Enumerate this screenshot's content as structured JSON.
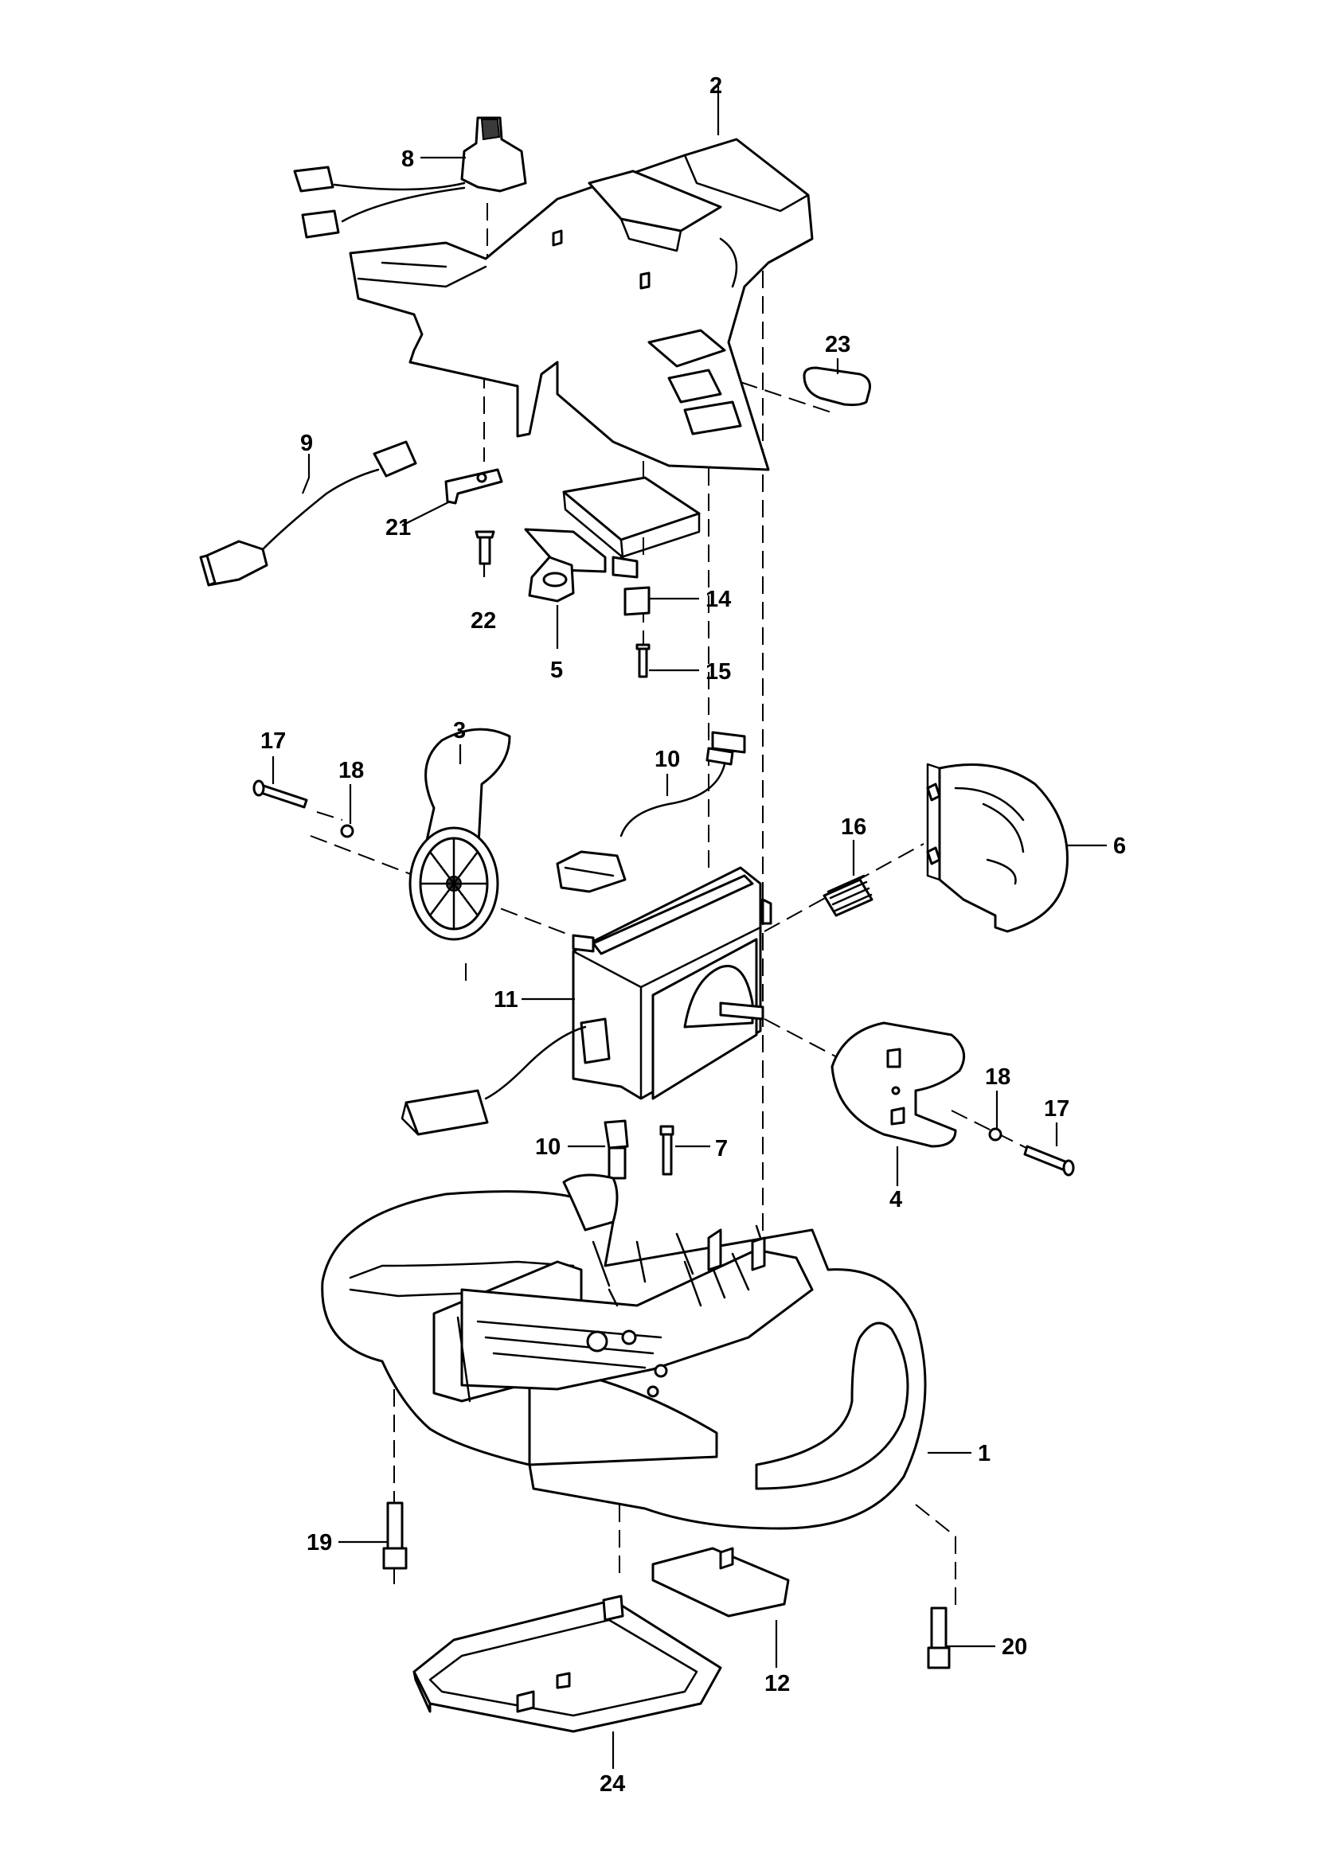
{
  "callouts": {
    "part_1": "1",
    "part_2": "2",
    "part_3": "3",
    "part_4": "4",
    "part_5": "5",
    "part_6": "6",
    "part_7": "7",
    "part_8": "8",
    "part_9": "9",
    "part_10_upper": "10",
    "part_10_lower": "10",
    "part_11": "11",
    "part_12": "12",
    "part_14": "14",
    "part_15": "15",
    "part_16": "16",
    "part_17_left": "17",
    "part_17_right": "17",
    "part_18_left": "18",
    "part_18_right": "18",
    "part_19": "19",
    "part_20": "20",
    "part_21": "21",
    "part_22": "22",
    "part_23": "23",
    "part_24": "24"
  },
  "colors": {
    "line": "#000000",
    "fill": "#ffffff",
    "shade": "#9a9a9a"
  }
}
